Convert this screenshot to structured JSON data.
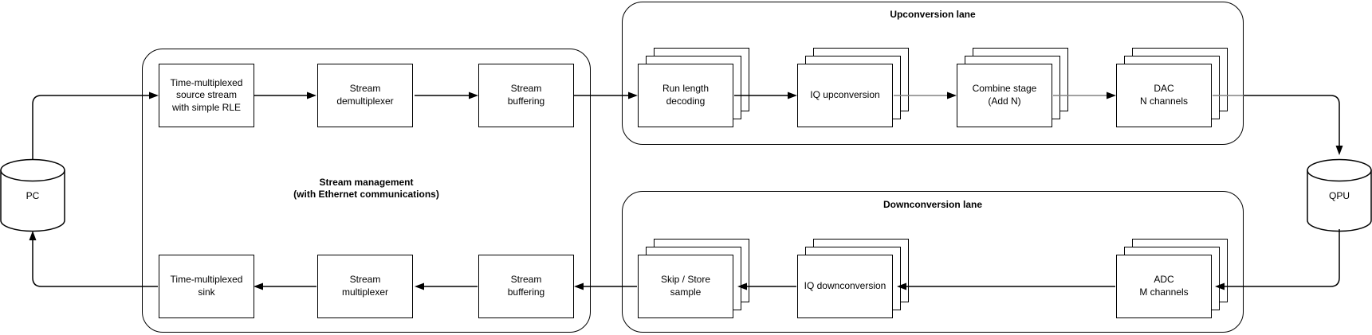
{
  "endpoints": {
    "pc": {
      "label": "PC"
    },
    "qpu": {
      "label": "QPU"
    }
  },
  "containers": {
    "stream_management": {
      "title": "Stream management\n(with Ethernet communications)"
    },
    "upconversion": {
      "title": "Upconversion lane"
    },
    "downconversion": {
      "title": "Downconversion lane"
    }
  },
  "nodes": {
    "tm_source": {
      "label": "Time-multiplexed\nsource stream\nwith simple RLE"
    },
    "demux": {
      "label": "Stream\ndemultiplexer"
    },
    "buffering_top": {
      "label": "Stream\nbuffering"
    },
    "tm_sink": {
      "label": "Time-multiplexed\nsink"
    },
    "mux": {
      "label": "Stream\nmultiplexer"
    },
    "buffering_bottom": {
      "label": "Stream\nbuffering"
    },
    "run_length_decoding": {
      "label": "Run length\ndecoding"
    },
    "iq_upconversion": {
      "label": "IQ upconversion"
    },
    "combine_stage": {
      "label": "Combine stage\n(Add N)"
    },
    "dac": {
      "label": "DAC\nN channels"
    },
    "skip_store": {
      "label": "Skip / Store\nsample"
    },
    "iq_downconversion": {
      "label": "IQ downconversion"
    },
    "adc": {
      "label": "ADC\nM channels"
    }
  },
  "colors": {
    "stroke": "#000000",
    "gray_connector": "#828282",
    "background": "#ffffff"
  }
}
